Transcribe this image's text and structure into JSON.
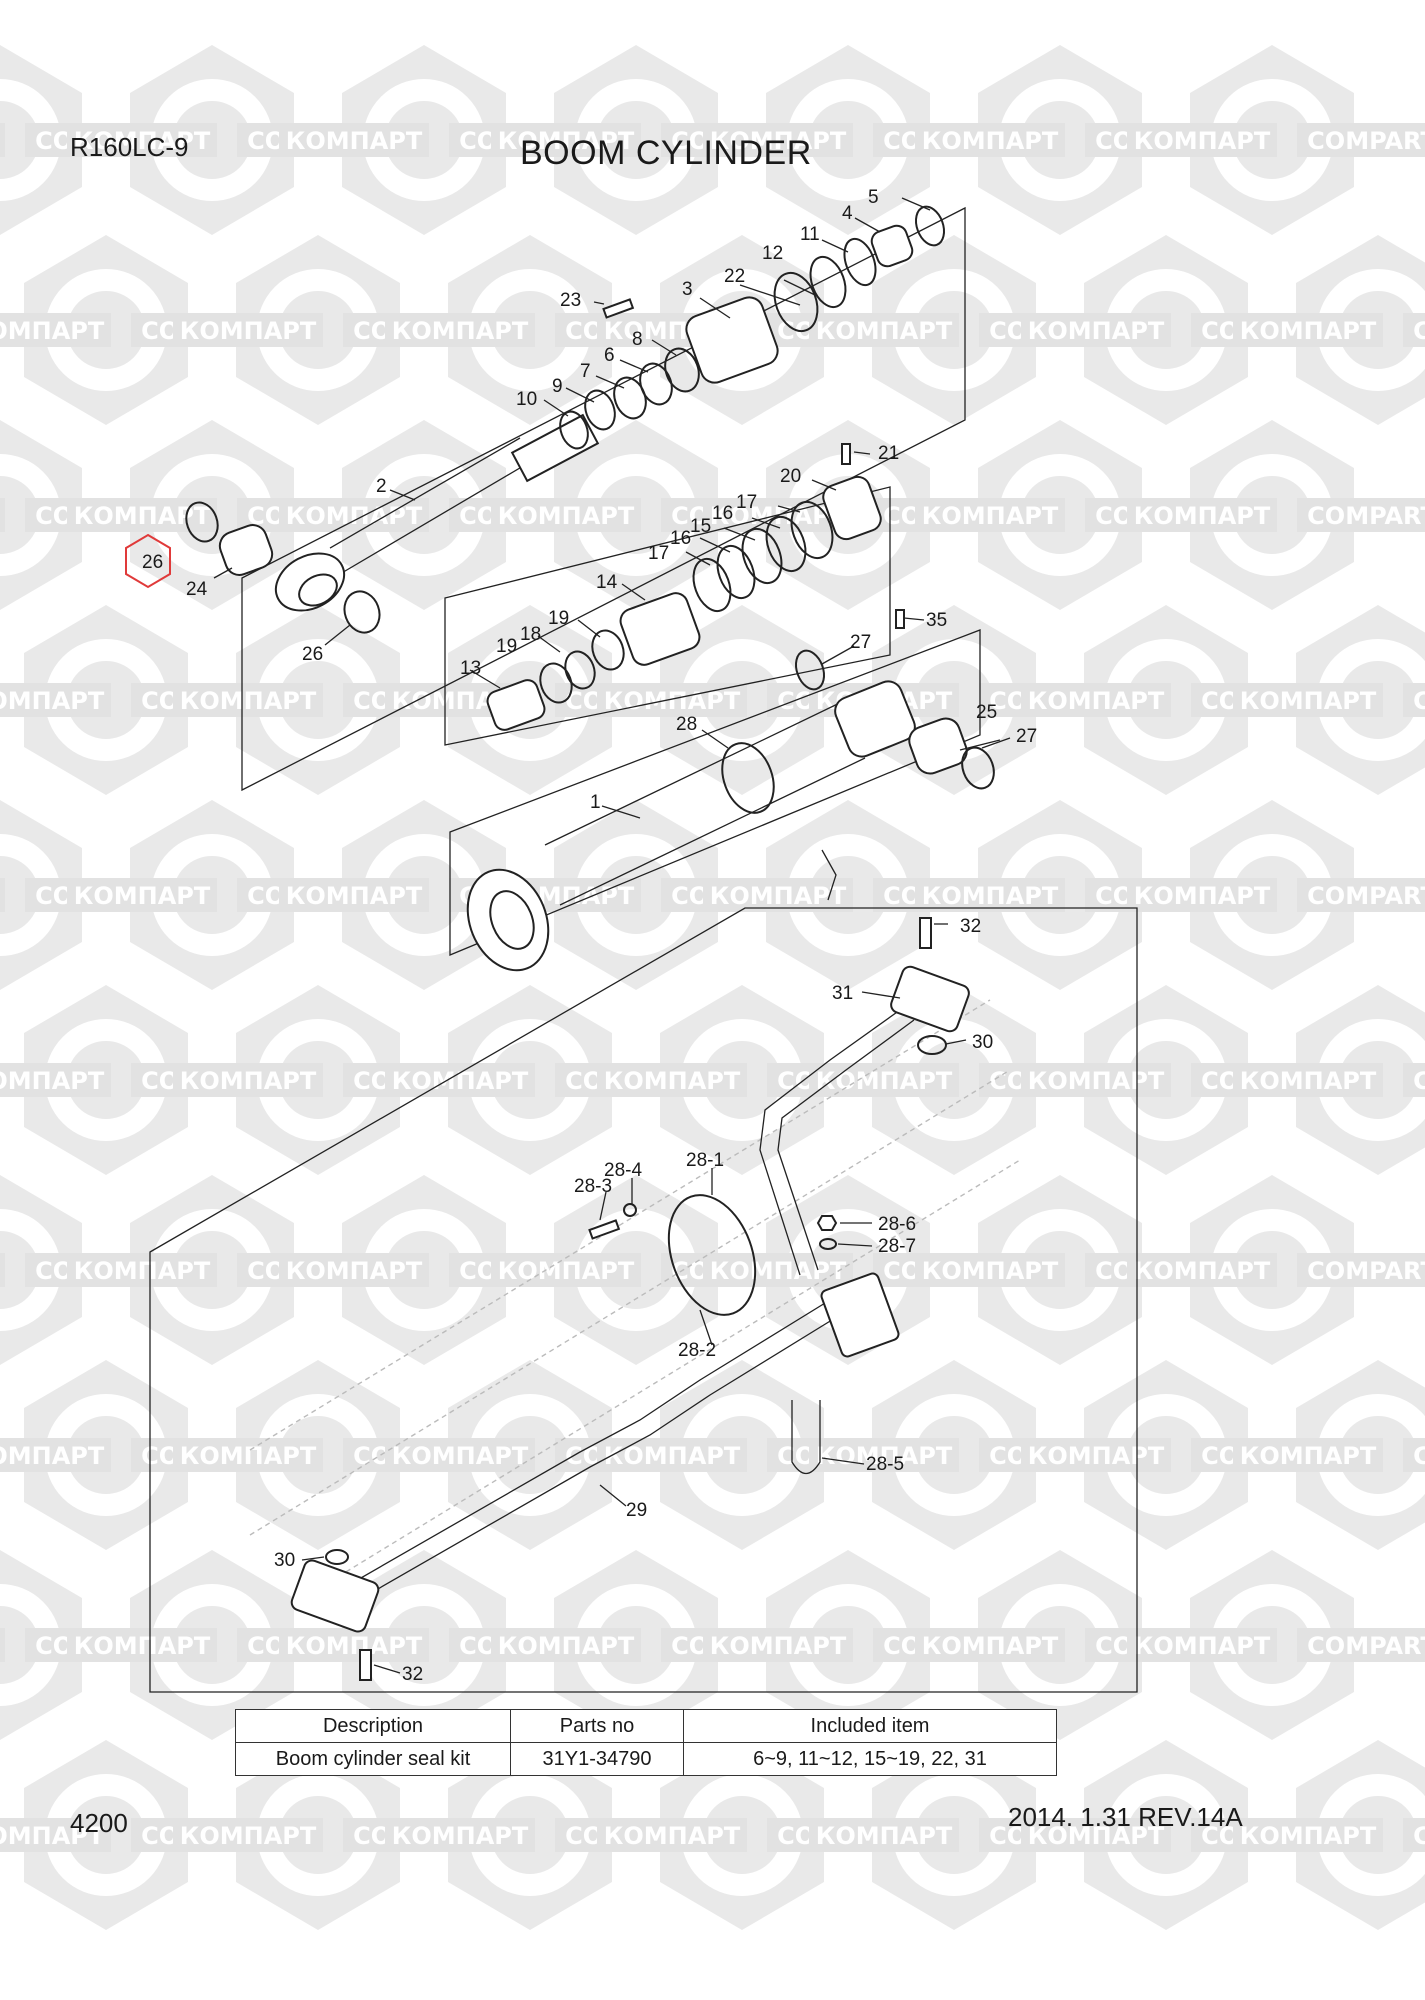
{
  "header": {
    "model": "R160LC-9",
    "title": "BOOM CYLINDER"
  },
  "footer": {
    "page_number": "4200",
    "revision": "2014. 1.31  REV.14A"
  },
  "watermark": {
    "text_cyrillic": "КОМПАРТ",
    "text_latin": "COMPART"
  },
  "highlighted_callout": "26",
  "callouts": [
    "1",
    "2",
    "3",
    "4",
    "5",
    "6",
    "7",
    "8",
    "9",
    "10",
    "11",
    "12",
    "13",
    "14",
    "15",
    "16",
    "17",
    "18",
    "19",
    "20",
    "21",
    "22",
    "23",
    "24",
    "25",
    "26",
    "27",
    "28",
    "28-1",
    "28-2",
    "28-3",
    "28-4",
    "28-5",
    "28-6",
    "28-7",
    "29",
    "30",
    "31",
    "32",
    "35"
  ],
  "table": {
    "headers": [
      "Description",
      "Parts no",
      "Included item"
    ],
    "rows": [
      [
        "Boom cylinder seal kit",
        "31Y1-34790",
        "6~9, 11~12, 15~19, 22, 31"
      ]
    ]
  },
  "colors": {
    "line": "#222222",
    "watermark": "#dcdcdc",
    "highlight": "#e03a3a"
  }
}
